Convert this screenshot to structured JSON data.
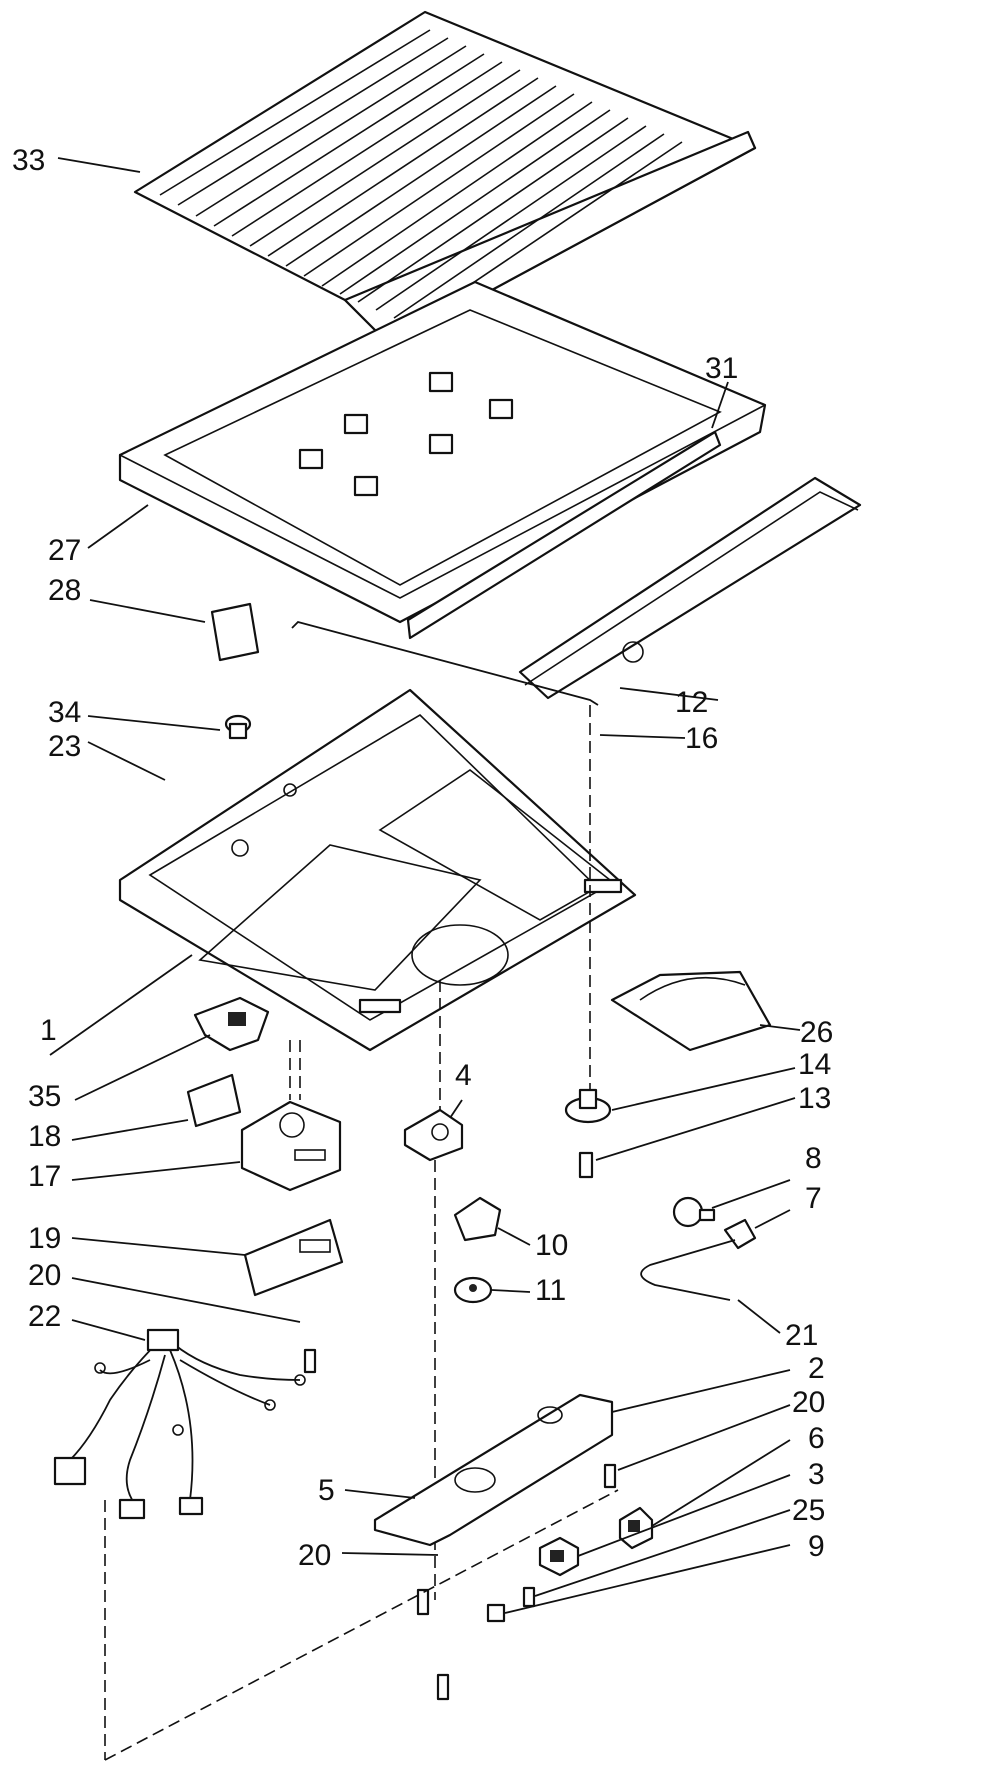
{
  "callouts": [
    {
      "id": "33",
      "text": "33"
    },
    {
      "id": "31",
      "text": "31"
    },
    {
      "id": "27",
      "text": "27"
    },
    {
      "id": "28",
      "text": "28"
    },
    {
      "id": "12",
      "text": "12"
    },
    {
      "id": "34",
      "text": "34"
    },
    {
      "id": "23",
      "text": "23"
    },
    {
      "id": "16",
      "text": "16"
    },
    {
      "id": "1",
      "text": "1"
    },
    {
      "id": "26",
      "text": "26"
    },
    {
      "id": "35",
      "text": "35"
    },
    {
      "id": "4",
      "text": "4"
    },
    {
      "id": "14",
      "text": "14"
    },
    {
      "id": "13",
      "text": "13"
    },
    {
      "id": "18",
      "text": "18"
    },
    {
      "id": "17",
      "text": "17"
    },
    {
      "id": "8",
      "text": "8"
    },
    {
      "id": "7",
      "text": "7"
    },
    {
      "id": "19",
      "text": "19"
    },
    {
      "id": "10",
      "text": "10"
    },
    {
      "id": "11",
      "text": "11"
    },
    {
      "id": "20a",
      "text": "20"
    },
    {
      "id": "21",
      "text": "21"
    },
    {
      "id": "22",
      "text": "22"
    },
    {
      "id": "2",
      "text": "2"
    },
    {
      "id": "20b",
      "text": "20"
    },
    {
      "id": "6",
      "text": "6"
    },
    {
      "id": "3",
      "text": "3"
    },
    {
      "id": "5",
      "text": "5"
    },
    {
      "id": "25",
      "text": "25"
    },
    {
      "id": "20c",
      "text": "20"
    },
    {
      "id": "9",
      "text": "9"
    }
  ]
}
